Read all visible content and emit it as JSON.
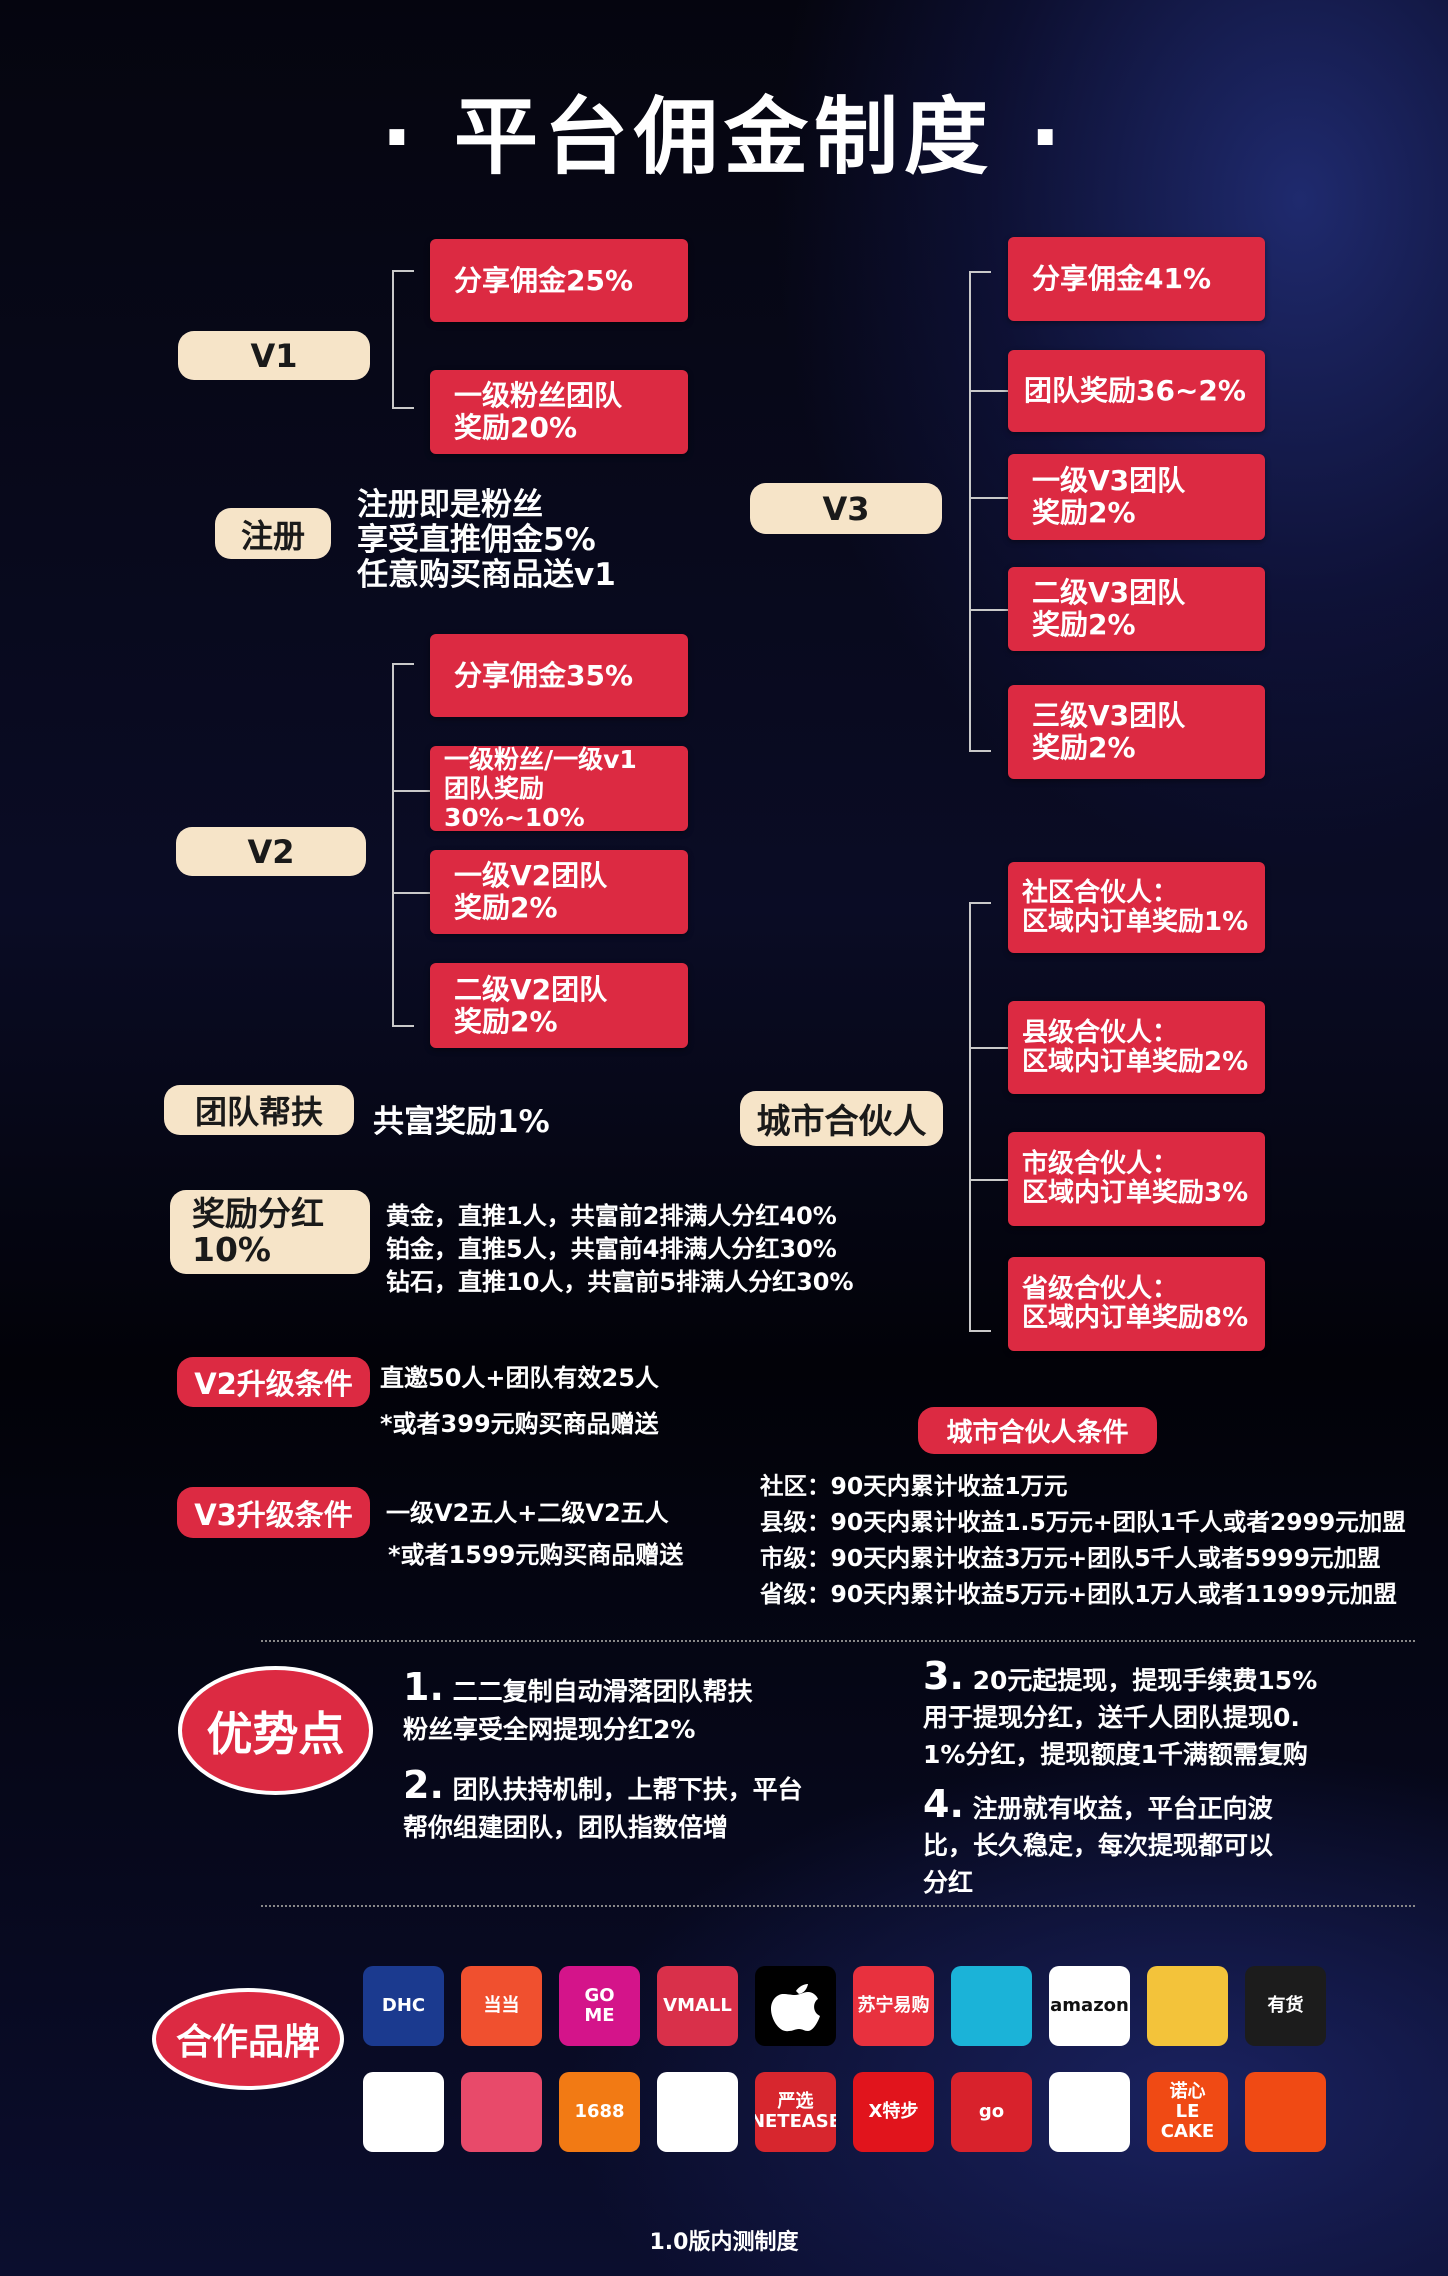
{
  "title": "· 平台佣金制度 ·",
  "v1": {
    "label": "V1",
    "items": [
      "分享佣金25%",
      "一级粉丝团队\n奖励20%"
    ]
  },
  "register": {
    "label": "注册",
    "lines": [
      "注册即是粉丝",
      "享受直推佣金5%",
      "任意购买商品送v1"
    ]
  },
  "v2": {
    "label": "V2",
    "items": [
      "分享佣金35%",
      "一级粉丝/一级v1\n团队奖励30%~10%",
      "一级V2团队\n奖励2%",
      "二级V2团队\n奖励2%"
    ]
  },
  "team_support": {
    "label": "团队帮扶",
    "text": "共富奖励1%"
  },
  "dividend": {
    "label": "奖励分红\n10%",
    "lines": [
      "黄金，直推1人，共富前2排满人分红40%",
      "铂金，直推5人，共富前4排满人分红30%",
      "钻石，直推10人，共富前5排满人分红30%"
    ]
  },
  "v2_upgrade": {
    "label": "V2升级条件",
    "lines": [
      "直邀50人+团队有效25人",
      "*或者399元购买商品赠送"
    ]
  },
  "v3_upgrade": {
    "label": "V3升级条件",
    "lines": [
      "一级V2五人+二级V2五人",
      "*或者1599元购买商品赠送"
    ]
  },
  "v3": {
    "label": "V3",
    "items": [
      "分享佣金41%",
      "团队奖励36~2%",
      "一级V3团队\n奖励2%",
      "二级V3团队\n奖励2%",
      "三级V3团队\n奖励2%"
    ]
  },
  "city_partner": {
    "label": "城市合伙人",
    "items": [
      "社区合伙人：\n区域内订单奖励1%",
      "县级合伙人：\n区域内订单奖励2%",
      "市级合伙人：\n区域内订单奖励3%",
      "省级合伙人：\n区域内订单奖励8%"
    ]
  },
  "city_conditions": {
    "label": "城市合伙人条件",
    "lines": [
      "社区：90天内累计收益1万元",
      "县级：90天内累计收益1.5万元+团队1千人或者2999元加盟",
      "市级：90天内累计收益3万元+团队5千人或者5999元加盟",
      "省级：90天内累计收益5万元+团队1万人或者11999元加盟"
    ]
  },
  "advantages": {
    "label": "优势点",
    "points": [
      {
        "num": "1.",
        "lines": [
          "二二复制自动滑落团队帮扶",
          "粉丝享受全网提现分红2%"
        ]
      },
      {
        "num": "2.",
        "lines": [
          "团队扶持机制，上帮下扶，平台",
          "帮你组建团队，团队指数倍增"
        ]
      },
      {
        "num": "3.",
        "lines": [
          "20元起提现，提现手续费15%",
          "用于提现分红，送千人团队提现0.",
          "1%分红，提现额度1千满额需复购"
        ]
      },
      {
        "num": "4.",
        "lines": [
          "注册就有收益，平台正向波",
          "比，长久稳定，每次提现都可以",
          "分红"
        ]
      }
    ]
  },
  "brands": {
    "label": "合作品牌",
    "logos": [
      {
        "text": "DHC",
        "bg": "#1b3a8f",
        "fg": "#fff"
      },
      {
        "text": "当当",
        "bg": "#f0502f",
        "fg": "#fff"
      },
      {
        "text": "GO\nME",
        "bg": "#d4148a",
        "fg": "#fff"
      },
      {
        "text": "VMALL",
        "bg": "#d9304a",
        "fg": "#fff"
      },
      {
        "text": "",
        "bg": "#000",
        "fg": "#fff"
      },
      {
        "text": "苏宁易购",
        "bg": "#e8313e",
        "fg": "#fff"
      },
      {
        "text": "",
        "bg": "#1bb3d8",
        "fg": "#fff"
      },
      {
        "text": "amazon",
        "bg": "#fff",
        "fg": "#111"
      },
      {
        "text": "",
        "bg": "#f3c33a",
        "fg": "#e0303a"
      },
      {
        "text": "有货",
        "bg": "#1c1c1c",
        "fg": "#fff"
      },
      {
        "text": "",
        "bg": "#fff",
        "fg": "#e0202a"
      },
      {
        "text": "",
        "bg": "#e84a6a",
        "fg": "#fff"
      },
      {
        "text": "1688",
        "bg": "#f27a14",
        "fg": "#fff"
      },
      {
        "text": "",
        "bg": "#fff",
        "fg": "#f07a20"
      },
      {
        "text": "严选\nNETEASE",
        "bg": "#d7262e",
        "fg": "#fff"
      },
      {
        "text": "X特步",
        "bg": "#e1141c",
        "fg": "#fff"
      },
      {
        "text": "go",
        "bg": "#d8222c",
        "fg": "#fff"
      },
      {
        "text": "",
        "bg": "#fff",
        "fg": "#e84060"
      },
      {
        "text": "诺心\nLE CAKE",
        "bg": "#f04a14",
        "fg": "#fff"
      },
      {
        "text": "",
        "bg": "#f04a14",
        "fg": "#fff"
      }
    ]
  },
  "footer": "1.0版内测制度"
}
